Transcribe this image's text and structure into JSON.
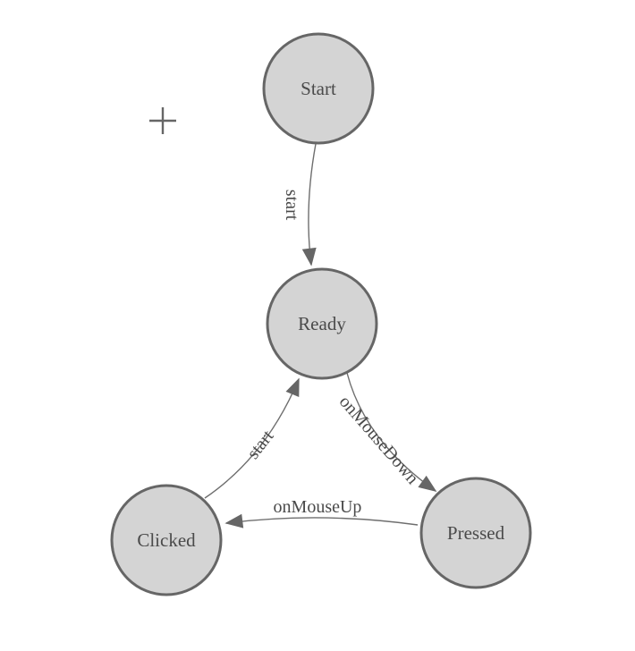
{
  "theme": {
    "background": "#ffffff",
    "node_fill": "#d4d4d4",
    "node_border": "#666666",
    "edge_color": "#6e6e6e",
    "arrowhead_color": "#666666",
    "text_color": "#4a4a4a"
  },
  "diagram": {
    "type": "state-machine",
    "nodes": [
      {
        "id": "start",
        "label": "Start"
      },
      {
        "id": "ready",
        "label": "Ready"
      },
      {
        "id": "clicked",
        "label": "Clicked"
      },
      {
        "id": "pressed",
        "label": "Pressed"
      }
    ],
    "edges": [
      {
        "from": "start",
        "to": "ready",
        "label": "start"
      },
      {
        "from": "ready",
        "to": "pressed",
        "label": "onMouseDown"
      },
      {
        "from": "pressed",
        "to": "clicked",
        "label": "onMouseUp"
      },
      {
        "from": "clicked",
        "to": "ready",
        "label": "start"
      }
    ],
    "cursor_icon": "crosshair-plus"
  }
}
